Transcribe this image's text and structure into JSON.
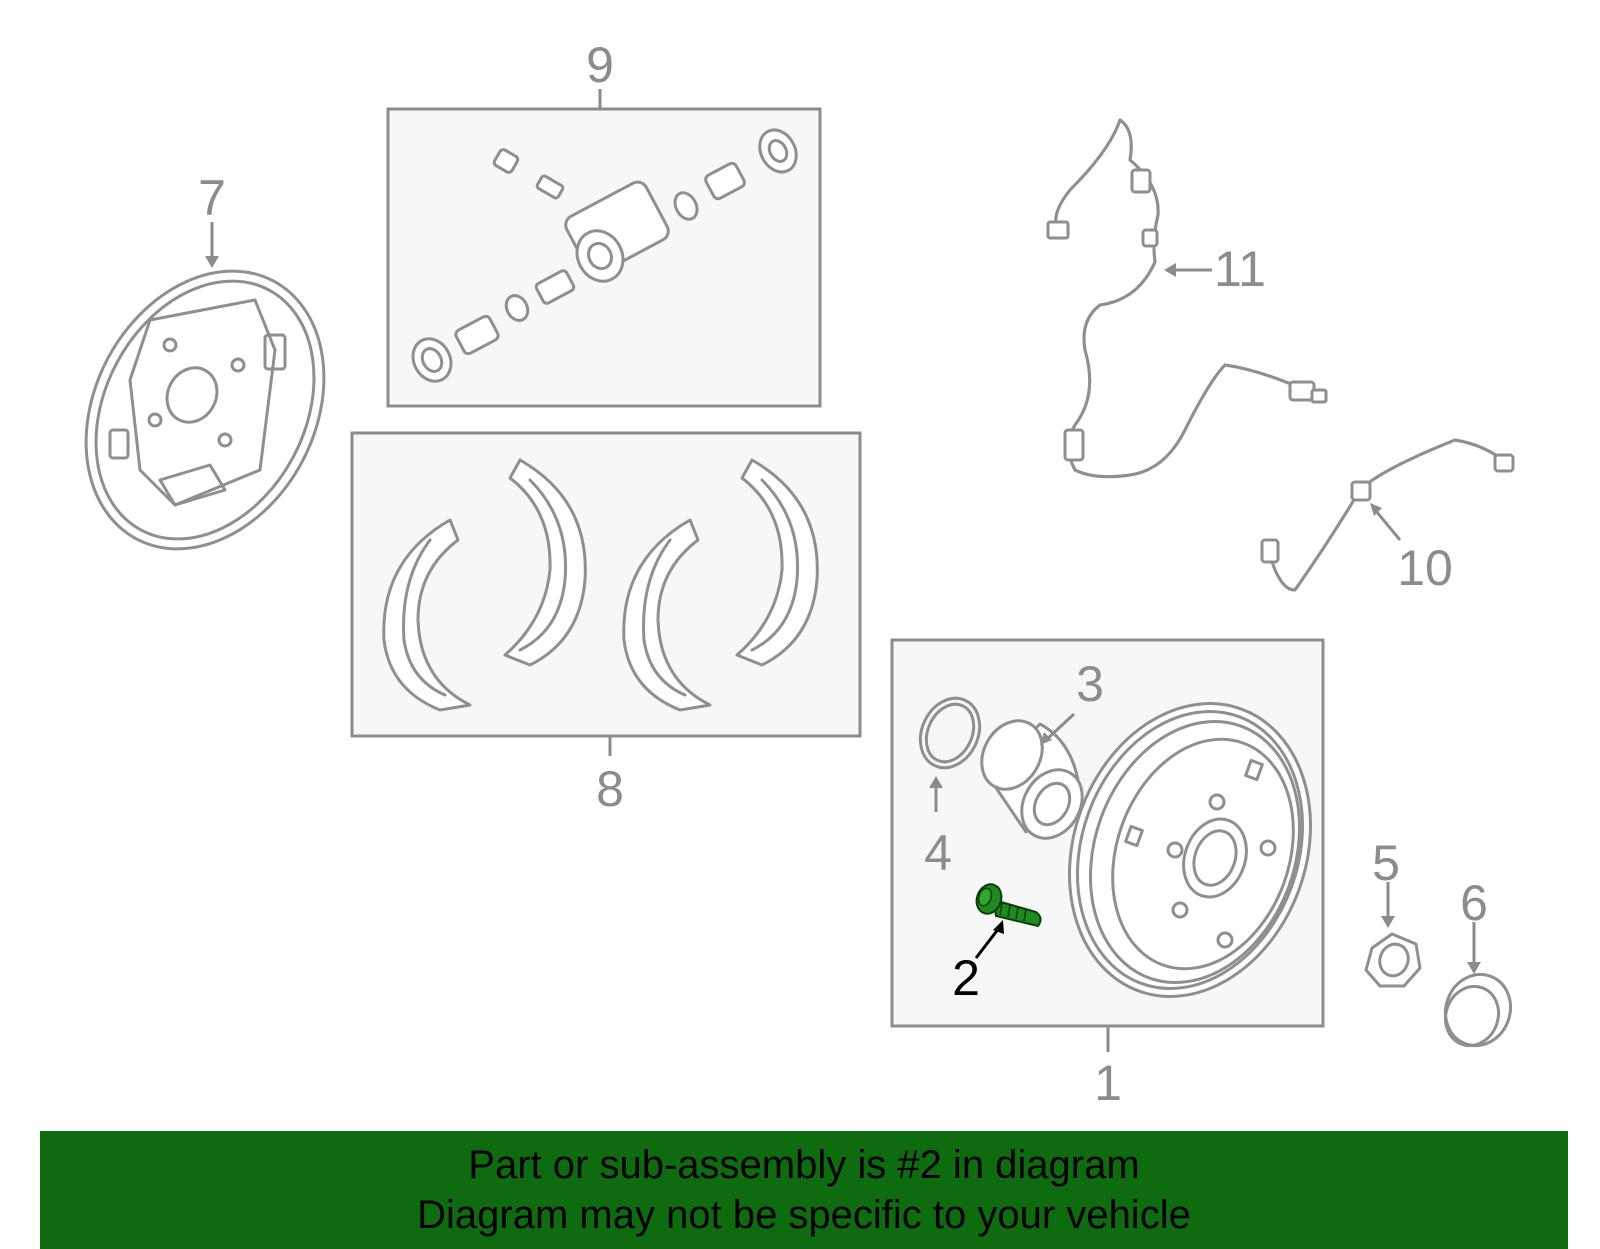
{
  "diagram": {
    "callouts": [
      "1",
      "2",
      "3",
      "4",
      "5",
      "6",
      "7",
      "8",
      "9",
      "10",
      "11"
    ],
    "highlighted_part": "2",
    "highlight_color": "#1f8a1f"
  },
  "banner": {
    "line1": "Part or sub-assembly is #2 in diagram",
    "line2": "Diagram may not be specific to your vehicle",
    "background": "#0f6b0f"
  }
}
